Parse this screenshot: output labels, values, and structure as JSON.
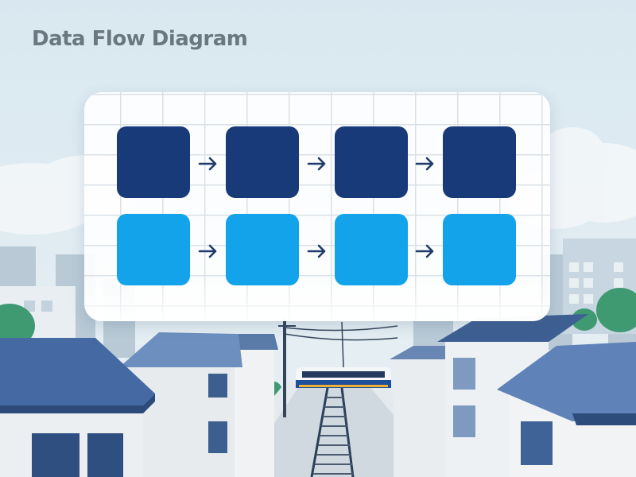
{
  "title": "Data Flow Diagram",
  "colors": {
    "sky": "#dbe9f1",
    "panel": "#ffffff",
    "dark_node": "#183a79",
    "light_node": "#12a3ea",
    "arrow": "#1f3b6b"
  },
  "diagram": {
    "rows": [
      {
        "name": "dark-row",
        "nodes": 4,
        "color": "#183a79"
      },
      {
        "name": "light-row",
        "nodes": 4,
        "color": "#12a3ea"
      }
    ],
    "connector_icon": "arrow-right-icon"
  }
}
